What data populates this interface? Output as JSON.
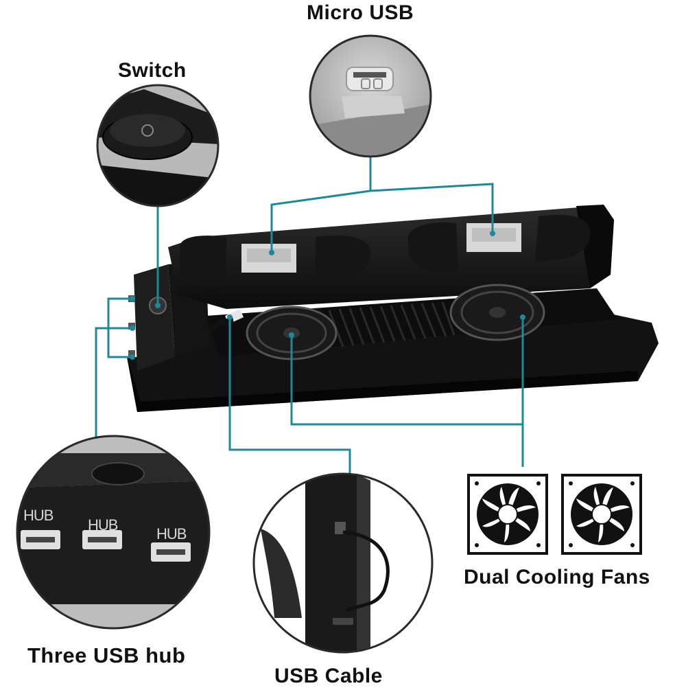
{
  "labels": {
    "micro_usb": "Micro USB",
    "switch": "Switch",
    "three_usb_hub": "Three USB hub",
    "usb_cable": "USB Cable",
    "dual_cooling_fans": "Dual Cooling Fans"
  },
  "hub_port_label": "HUB",
  "colors": {
    "callout_line": "#1a8a9a",
    "device_body": "#1b1b1b",
    "background": "#ffffff"
  }
}
